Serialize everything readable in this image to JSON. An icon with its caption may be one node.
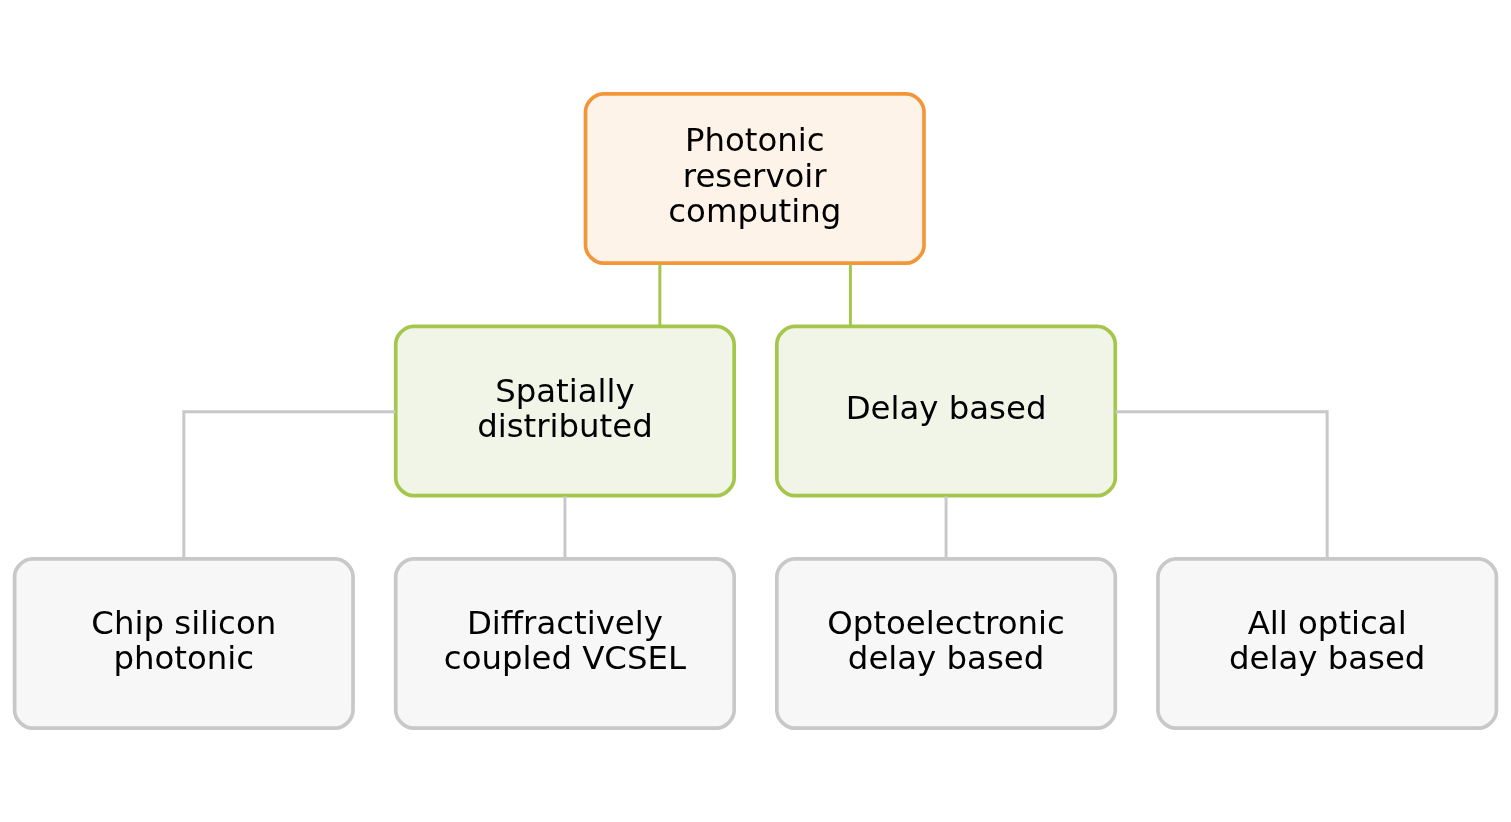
{
  "diagram": {
    "nodes": [
      {
        "text": [
          "Photonic reservoir computing"
        ]
      },
      {
        "text": [
          "Spatially distributed"
        ]
      },
      {
        "text": [
          "Delay based"
        ]
      },
      {
        "text": [
          "Chip silicon photonic"
        ]
      },
      {
        "text": [
          "Diffractively coupled VCSEL"
        ]
      },
      {
        "text": [
          "Optoelectronic delay based"
        ]
      },
      {
        "text": [
          "All optical delay based"
        ]
      }
    ],
    "edges": [
      {
        "from": 0,
        "to": 1,
        "arrow": "none",
        "color": "#a5c64a"
      },
      {
        "from": 0,
        "to": 2,
        "arrow": "none",
        "color": "#a5c64a"
      },
      {
        "from": 1,
        "to": 3,
        "arrow": "none"
      },
      {
        "from": 1,
        "to": 4,
        "arrow": "none"
      },
      {
        "from": 2,
        "to": 5,
        "arrow": "none"
      },
      {
        "from": 2,
        "to": 6,
        "arrow": "none"
      }
    ]
  }
}
